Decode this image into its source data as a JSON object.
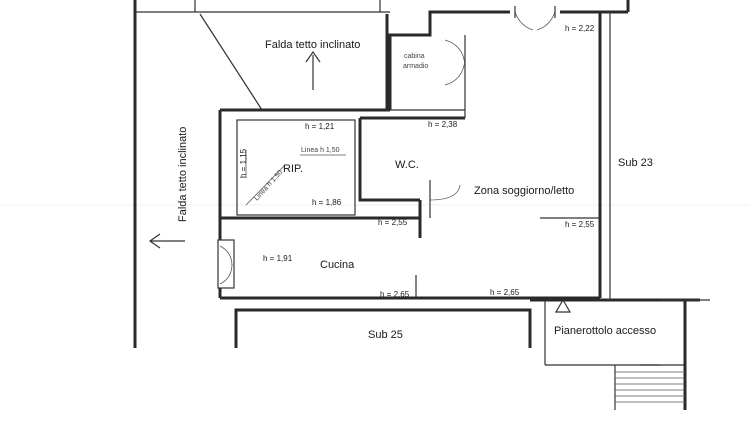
{
  "labels": {
    "falda_top": "Falda tetto inclinato",
    "falda_side": "Falda tetto inclinato",
    "cabina": "cabina",
    "armadio": "armadio",
    "rip": "RIP.",
    "wc": "W.C.",
    "zona": "Zona soggiorno/letto",
    "cucina": "Cucina",
    "sub23": "Sub 23",
    "sub25": "Sub 25",
    "pianerottolo": "Pianerottolo accesso"
  },
  "heights": {
    "h222": "h = 2,22",
    "h121": "h = 1,21",
    "h238": "h = 2,38",
    "h115": "h = 1,15",
    "h186": "h = 1,86",
    "h255a": "h = 2,55",
    "h255b": "h = 2,55",
    "h191": "h = 1,91",
    "h265a": "h = 2,65",
    "h265b": "h = 2,65"
  },
  "lines": {
    "linea153": "Linea h 1,50",
    "linea150": "Linea h 1,50"
  }
}
